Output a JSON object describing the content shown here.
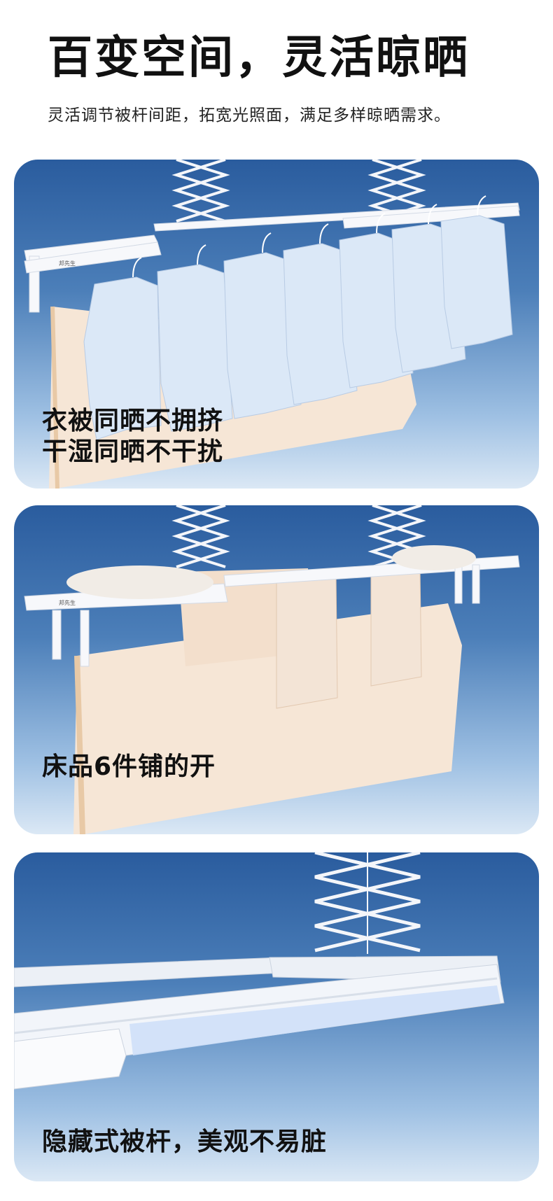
{
  "header": {
    "title": "百变空间，灵活晾晒",
    "subtitle": "灵活调节被杆间距，拓宽光照面，满足多样晾晒需求。"
  },
  "panels": [
    {
      "caption_lines": [
        "衣被同晒不拥挤",
        "干湿同晒不干扰"
      ]
    },
    {
      "caption_lines": [
        "床品6件铺的开"
      ]
    },
    {
      "caption_lines": [
        "隐藏式被杆，美观不易脏"
      ]
    }
  ],
  "brand_label": "邦先生",
  "colors": {
    "panel_top": "#2a5c9e",
    "panel_bottom": "#dbe8f5",
    "shirt": "#dbe8f7",
    "blanket": "#f6e6d6"
  }
}
